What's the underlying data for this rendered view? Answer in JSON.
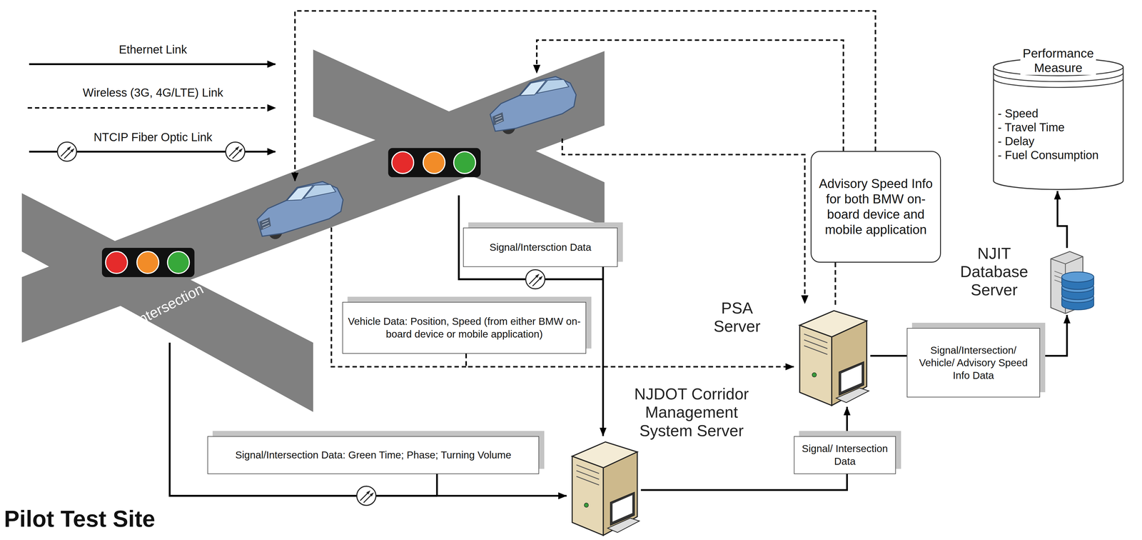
{
  "diagram": {
    "title": "Pilot Test Site",
    "nodes": [
      {
        "text": [
          "Signal/Intersction Data"
        ]
      },
      {
        "text": [
          "Vehicle Data: Position, Speed (from either BMW on-board device or mobile application)"
        ]
      },
      {
        "text": [
          "Signal/Intersection Data: Green Time; Phase; Turning Volume"
        ]
      },
      {
        "text": [
          "NJDOT Corridor Management System Server"
        ]
      },
      {
        "text": [
          "Signal/ Intersection Data"
        ]
      },
      {
        "text": [
          "PSA Server"
        ]
      },
      {
        "text": [
          "Advisory Speed Info for both BMW on-board device and mobile application"
        ]
      },
      {
        "text": [
          "Signal/Intersection/ Vehicle/ Advisory Speed Info Data"
        ]
      },
      {
        "text": [
          "NJIT Database Server"
        ]
      },
      {
        "text": [
          "Performance Measure",
          "- Speed",
          "- Travel Time",
          "- Delay",
          "- Fuel Consumption"
        ]
      }
    ],
    "edges": [
      {
        "from": 0,
        "to": 3,
        "arrow": "to"
      },
      {
        "from": 2,
        "to": 3,
        "arrow": "to"
      },
      {
        "from": 1,
        "to": 5,
        "arrow": "to"
      },
      {
        "from": 3,
        "to": 4,
        "arrow": "none"
      },
      {
        "from": 4,
        "to": 5,
        "arrow": "to"
      },
      {
        "from": 5,
        "to": 6,
        "arrow": "none"
      },
      {
        "from": 5,
        "to": 7,
        "arrow": "none"
      },
      {
        "from": 7,
        "to": 8,
        "arrow": "to"
      },
      {
        "from": 8,
        "to": 9,
        "arrow": "to"
      }
    ],
    "labels": [
      "Intersection"
    ],
    "legend": [
      {
        "text": "Ethernet Link"
      },
      {
        "text": "Wireless (3G, 4G/LTE) Link"
      },
      {
        "text": "NTCIP Fiber Optic Link"
      }
    ]
  }
}
